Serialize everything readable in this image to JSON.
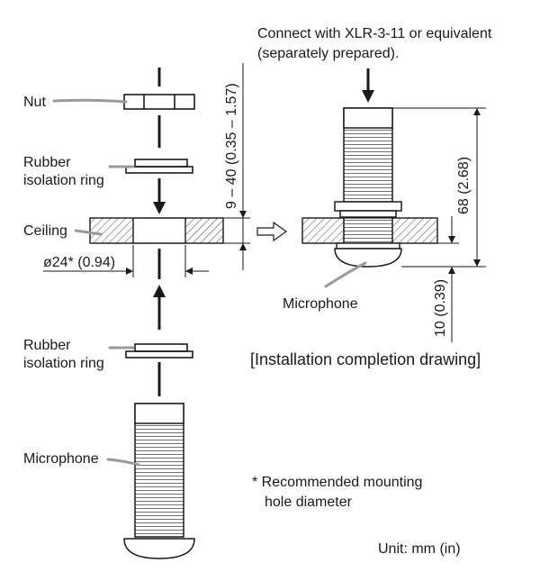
{
  "labels": {
    "nut": "Nut",
    "rubber_ring_top": [
      "Rubber",
      "isolation ring"
    ],
    "ceiling": "Ceiling",
    "hole_dim": "ø24* (0.94)",
    "rubber_ring_bottom": [
      "Rubber",
      "isolation ring"
    ],
    "microphone_left": "Microphone",
    "connect_note": [
      "Connect with XLR-3-11 or equivalent",
      "(separately prepared)."
    ],
    "thickness_dim": "9 – 40 (0.35 – 1.57)",
    "length_dim": "68 (2.68)",
    "protrusion_dim": "10 (0.39)",
    "microphone_right": "Microphone",
    "completion_caption": "[Installation completion drawing]",
    "footnote": [
      "* Recommended mounting",
      "hole diameter"
    ],
    "unit": "Unit: mm (in)"
  },
  "icons": {
    "arrow_down": "arrow-down-icon",
    "arrow_up": "arrow-up-icon",
    "hollow_arrow_right": "hollow-arrow-right-icon"
  },
  "colors": {
    "line": "#1a1a1a",
    "leader": "#9a9a9a",
    "background": "#ffffff"
  }
}
